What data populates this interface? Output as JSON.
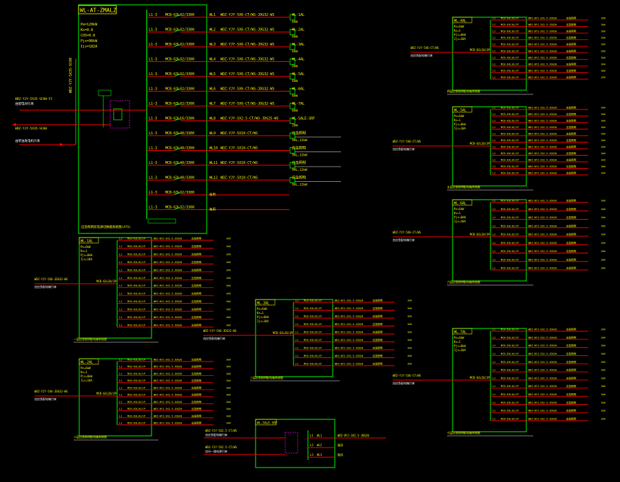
{
  "colors": {
    "background": "#000000",
    "frame": "#00ff00",
    "text": "#ffff00",
    "wire": "#ff0000",
    "label_white": "#ffffff",
    "purple": "#ff00ff"
  },
  "main_panel": {
    "title": "WL-AT-ZMALZ",
    "params": [
      "Pe=120kW",
      "Kx=0.8",
      "COS=0.8",
      "Pjs=96kW",
      "Ijs=182A"
    ],
    "incoming_vertical": "WDZ-YJY-5X35-SC80",
    "incoming_left": [
      "WDZ-YJY-5X35-SC80-FC",
      "由配电间引来",
      "WDZ-YJY-5X35-SC80",
      "由柴油发电机引来"
    ],
    "circuits": [
      {
        "phase": "L1-3",
        "breaker": "MCB-63L32/3300",
        "circuit": "WL1",
        "cable": "WDZ-YJY-5X6-CT/WS-JDG32-WS",
        "load": "WL-1AL",
        "power": "6kW"
      },
      {
        "phase": "L1-3",
        "breaker": "MCB-63L32/3300",
        "circuit": "WL2",
        "cable": "WDZ-YJY-5X6-CT/WS-JDG32-WS",
        "load": "WL-2AL",
        "power": "6kW"
      },
      {
        "phase": "L1-3",
        "breaker": "MCB-63L32/3300",
        "circuit": "WL3",
        "cable": "WDZ-YJY-5X6-CT/WS-JDG32-WS",
        "load": "WL-3AL",
        "power": "6kW"
      },
      {
        "phase": "L1-3",
        "breaker": "MCB-63L32/3300",
        "circuit": "WL4",
        "cable": "WDZ-YJY-5X6-CT/WS-JDG32-WS",
        "load": "WL-4AL",
        "power": "6kW"
      },
      {
        "phase": "L1-3",
        "breaker": "MCB-63L32/3300",
        "circuit": "WL5",
        "cable": "WDZ-YJY-5X6-CT/WS-JDG32-WS",
        "load": "WL-5AL",
        "power": "6kW"
      },
      {
        "phase": "L1-3",
        "breaker": "MCB-63L32/3300",
        "circuit": "WL6",
        "cable": "WDZ-YJY-5X6-CT/WS-JDG32-WS",
        "load": "WL-6AL",
        "power": "6kW"
      },
      {
        "phase": "L1-3",
        "breaker": "MCB-63L32/3300",
        "circuit": "WL7",
        "cable": "WDZ-YJY-5X6-CT/WS-JDG32-WS",
        "load": "WL-7AL",
        "power": "6kW"
      },
      {
        "phase": "L1-3",
        "breaker": "MCB-63L16/3300",
        "circuit": "WL8",
        "cable": "WDZ-YJY-5X2.5-CT/WS-JDG25-WS",
        "load": "WL-5ALE-SRF",
        "power": "2kW"
      },
      {
        "phase": "L1-3",
        "breaker": "MCB-63L40/3300",
        "circuit": "WL9",
        "cable": "WDZ-YJY-5X10-CT/WS",
        "load": "应急照明",
        "power": "9AL,12kW"
      },
      {
        "phase": "L1-3",
        "breaker": "MCB-63L40/3300",
        "circuit": "WL10",
        "cable": "WDZ-YJY-5X10-CT/WS",
        "load": "应急照明",
        "power": "9AL,12kW"
      },
      {
        "phase": "L1-3",
        "breaker": "MCB-63L40/3300",
        "circuit": "WL11",
        "cable": "WDZ-YJY-5X10-CT/WS",
        "load": "应急照明",
        "power": "9AL,12kW"
      },
      {
        "phase": "L1-3",
        "breaker": "MCB-63L40/3300",
        "circuit": "WL12",
        "cable": "WDZ-YJY-5X10-CT/WS",
        "load": "应急照明",
        "power": "9AL,12kW"
      },
      {
        "phase": "L1-3",
        "breaker": "MCB-63L32/3300",
        "circuit": "",
        "cable": "",
        "load": "备用",
        "power": ""
      },
      {
        "phase": "L1-3",
        "breaker": "MCB-63L32/3300",
        "circuit": "",
        "cable": "",
        "load": "备用",
        "power": ""
      }
    ],
    "caption": "应急照明双电源切换箱系统图(ATS)"
  },
  "sub_panels": [
    {
      "id": "p1",
      "title": "WL-1AL",
      "params": [
        "Pe=6kW",
        "Kx=1",
        "Pjs=6kW",
        "Ijs=10A"
      ],
      "feed": "WDZ-YJY-5X6-JDG32-WS",
      "feed2": "由应急配电箱引来",
      "breaker": "MCB-63L20/3P",
      "rows": 12,
      "caption": "一层应急照明配电箱系统图"
    },
    {
      "id": "p2",
      "title": "WL-2AL",
      "params": [
        "Pe=6kW",
        "Kx=1",
        "Pjs=6kW",
        "Ijs=10A"
      ],
      "feed": "WDZ-YJY-5X6-JDG32-WS",
      "feed2": "由应急配电箱引来",
      "breaker": "MCB-63L20/3P",
      "rows": 10,
      "caption": "二层应急照明配电箱系统图"
    },
    {
      "id": "p3",
      "title": "WL-3AL",
      "params": [
        "Pe=6kW",
        "Kx=1",
        "Pjs=6kW",
        "Ijs=10A"
      ],
      "feed": "WDZ-YJY-5X6-JDG32-WS",
      "feed2": "由应急配电箱引来",
      "breaker": "MCB-63L20/3P",
      "rows": 9,
      "caption": "三层应急照明配电箱系统图"
    },
    {
      "id": "p4",
      "title": "WL-4AL",
      "params": [
        "Pe=6kW",
        "Kx=1",
        "Pjs=6kW",
        "Ijs=10A"
      ],
      "feed": "WDZ-YJY-5X6-CT/WS",
      "feed2": "由应急配电箱引来",
      "breaker": "MCB-63L20/3P",
      "rows": 10,
      "caption": "四层应急照明配电箱系统图"
    },
    {
      "id": "p5",
      "title": "WL-5AL",
      "params": [
        "Pe=6kW",
        "Kx=1",
        "Pjs=6kW",
        "Ijs=10A"
      ],
      "feed": "WDZ-YJY-5X6-CT/WS",
      "feed2": "由应急配电箱引来",
      "breaker": "MCB-63L20/3P",
      "rows": 11,
      "caption": "五层应急照明配电箱系统图"
    },
    {
      "id": "p6",
      "title": "WL-6AL",
      "params": [
        "Pe=6kW",
        "Kx=1",
        "Pjs=6kW",
        "Ijs=10A"
      ],
      "feed": "WDZ-YJY-5X6-CT/WS",
      "feed2": "由应急配电箱引来",
      "breaker": "MCB-63L20/3P",
      "rows": 9,
      "caption": "六层应急照明配电箱系统图"
    },
    {
      "id": "p7",
      "title": "WL-7AL",
      "params": [
        "Pe=6kW",
        "Kx=1",
        "Pjs=6kW",
        "Ijs=10A"
      ],
      "feed": "WDZ-YJY-5X6-CT/WS",
      "feed2": "由应急配电箱引来",
      "breaker": "MCB-63L20/3P",
      "rows": 12,
      "caption": "七层应急照明配电箱系统图"
    }
  ],
  "sub_row": {
    "phase": "L1",
    "breaker": "MCB-63L16/1P",
    "cable": "WDZ-BYJ-3X2.5-JDG20",
    "load": "应急照明",
    "power": "1kW"
  },
  "small_panel": {
    "title": "WL-5ALE-SRF",
    "feed": [
      "WDZ-YJY-5X2.5-CT/WS",
      "由应急配电箱引来",
      "WDZ-YJY-5X2.5-CT/WS",
      "由另一路电源引来"
    ],
    "rows": [
      {
        "phase": "L1",
        "circuit": "WL1",
        "cable": "WDZ-BYJ-3X2.5-JDG20"
      },
      {
        "phase": "L2",
        "circuit": "WL2",
        "cable": "备用"
      },
      {
        "phase": "L3",
        "circuit": "WL3",
        "cable": "备用"
      }
    ]
  }
}
